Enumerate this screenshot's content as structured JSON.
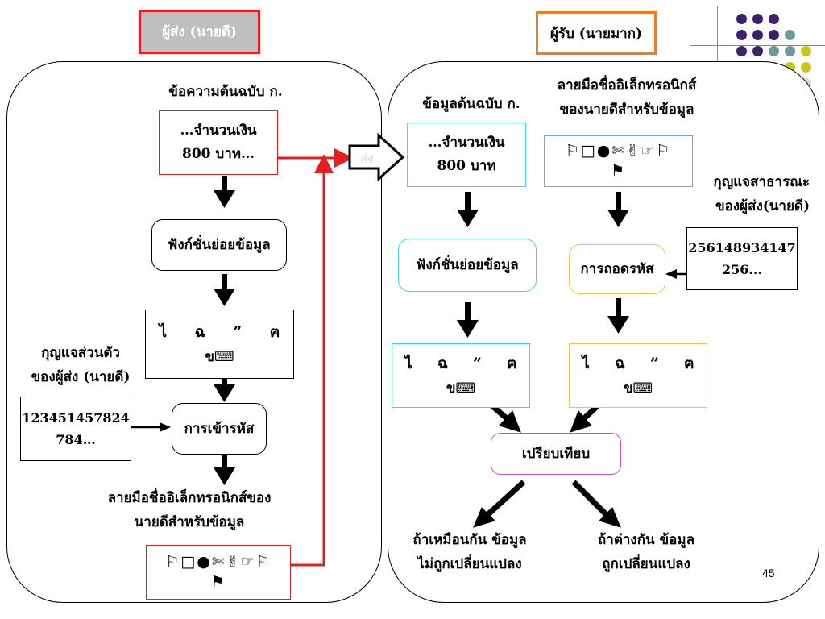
{
  "sender": {
    "header": "ผู้ส่ง (นายดี)",
    "message_label": "ข้อความต้นฉบับ ก.",
    "message_lines": [
      "…จำนวนเงิน",
      "800 บาท…"
    ],
    "hash_function": "ฟังก์ชั่นย่อยข้อมูล",
    "digest_chars": [
      "ไ",
      "ฉ",
      "”",
      "ฅ"
    ],
    "digest_tail": "ข⌨",
    "private_key_label_lines": [
      "กุญแจส่วนตัว",
      "ของผู้ส่ง (นายดี)"
    ],
    "private_key_lines": [
      "123451457824",
      "784…"
    ],
    "encrypt": "การเข้ารหัส",
    "signature_label_lines": [
      "ลายมือชื่ออิเล็กทรอนิกส์ของ",
      "นายดีสำหรับข้อมูล"
    ],
    "signature_symbols": [
      "⚐□●✄✌☞⚐",
      "⚑"
    ]
  },
  "receiver": {
    "header": "ผู้รับ (นายมาก)",
    "message_label": "ข้อมูลต้นฉบับ ก.",
    "message_lines": [
      "…จำนวนเงิน",
      "800 บาท"
    ],
    "signature_label_lines": [
      "ลายมือชื่ออิเล็กทรอนิกส์",
      "ของนายดีสำหรับข้อมูล"
    ],
    "signature_symbols": [
      "⚐□●✄✌☞⚐",
      "⚑"
    ],
    "public_key_label_lines": [
      "กุญแจสาธารณะ",
      "ของผู้ส่ง(นายดี)"
    ],
    "public_key_lines": [
      "256148934147",
      "256..."
    ],
    "hash_function": "ฟังก์ชั่นย่อยข้อมูล",
    "decrypt": "การถอดรหัส",
    "digest_chars": [
      "ไ",
      "ฉ",
      "”",
      "ฅ"
    ],
    "digest_tail": "ข⌨",
    "compare": "เปรียบเทียบ",
    "result_same_lines": [
      "ถ้าเหมือนกัน  ข้อมูล",
      "ไม่ถูกเปลี่ยนแปลง"
    ],
    "result_diff_lines": [
      "ถ้าต่างกัน  ข้อมูล",
      "ถูกเปลี่ยนแปลง"
    ]
  },
  "send_arrow_label": "ส่ง",
  "page_number": "45",
  "colors": {
    "sender_header": "#e51f1f",
    "sender_header_fill": "#bfbfbf",
    "receiver_header": "#f07a1e",
    "connector_red": "#e51f1f",
    "receiver_message_border": "#3cd4e6",
    "receiver_signature_border": "#7f9fd6",
    "receiver_decrypt_border": "#f2c14a",
    "compare_border": "#d64ad6",
    "dot_purple": "#3e1f6b",
    "dot_teal": "#6f9a9a",
    "dot_olive": "#c8c81a",
    "dot_lavender": "#d6d6e6"
  }
}
